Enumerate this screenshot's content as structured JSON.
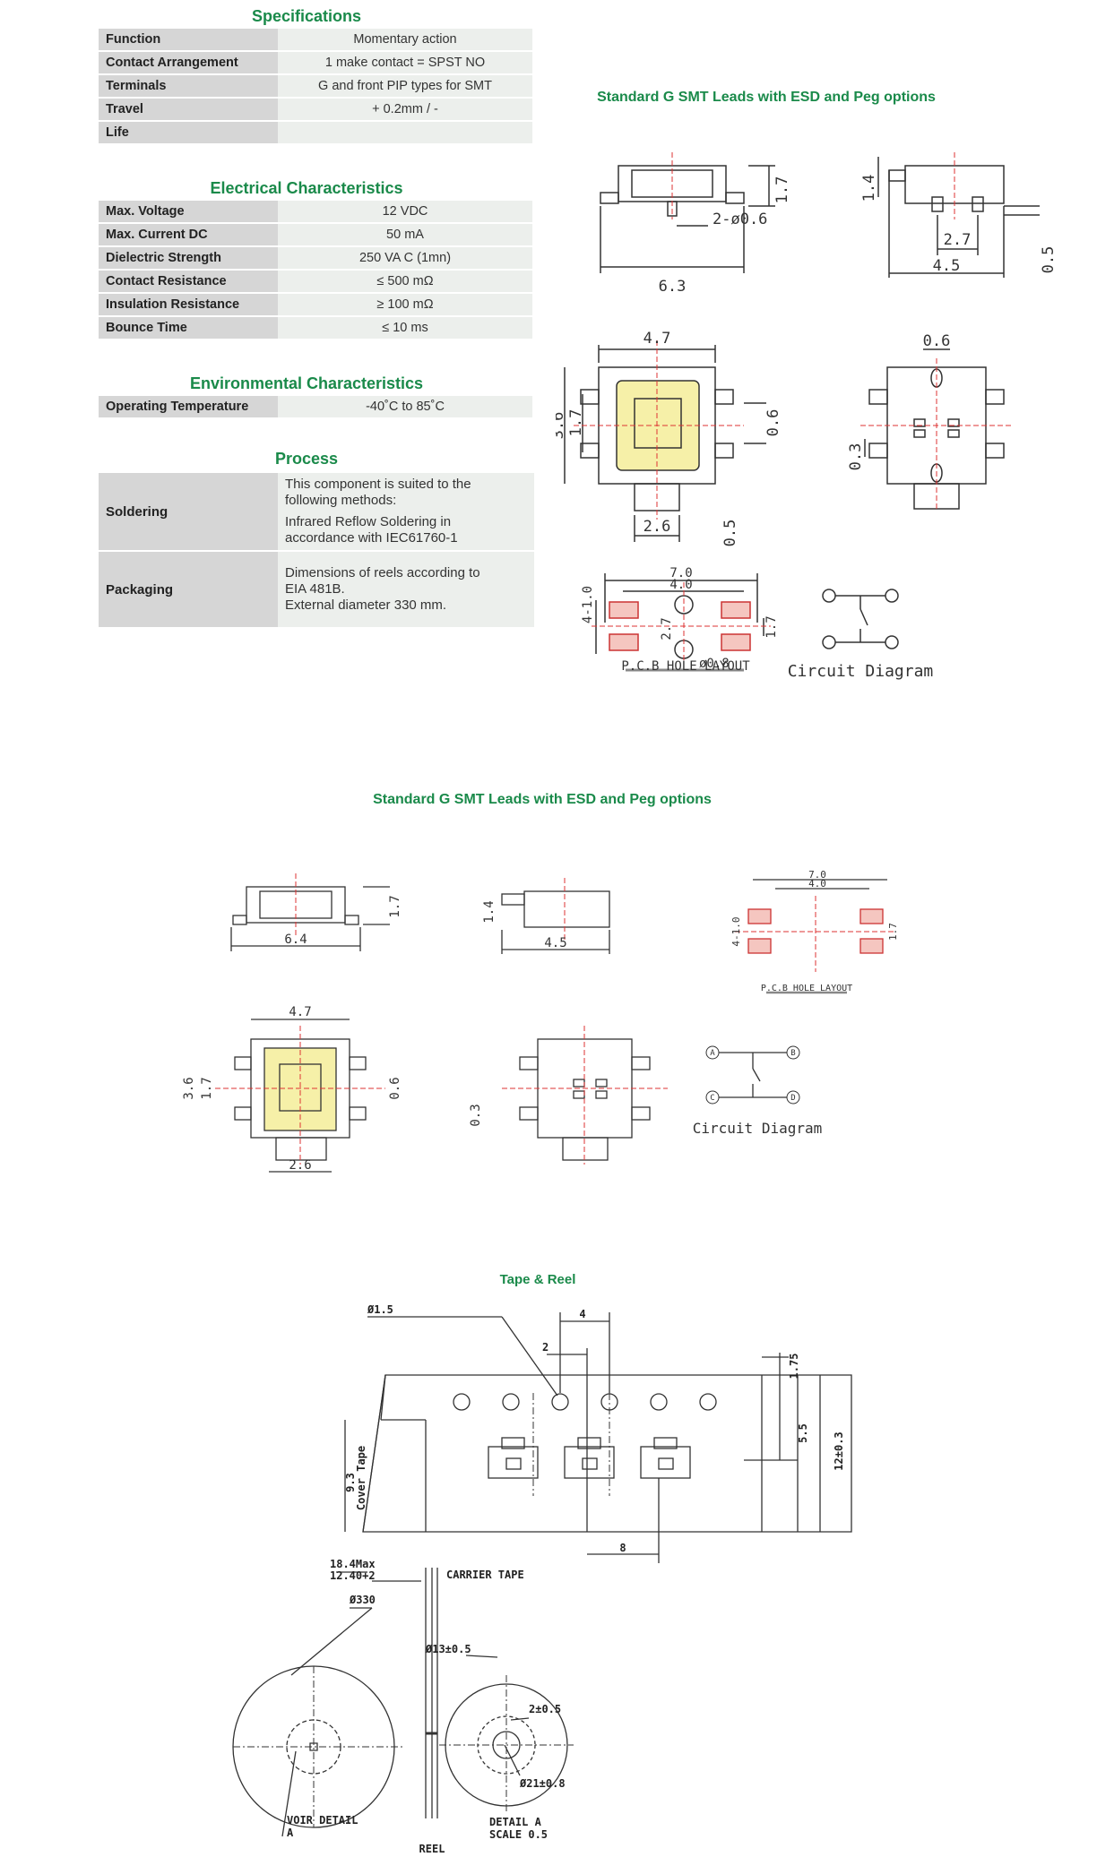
{
  "specifications": {
    "title": "Specifications",
    "rows": [
      {
        "key": "Function",
        "value": "Momentary action"
      },
      {
        "key": "Contact Arrangement",
        "value": "1 make contact = SPST NO"
      },
      {
        "key": "Terminals",
        "value": "G and front PIP types for SMT"
      },
      {
        "key": "Travel",
        "value": "+ 0.2mm / -"
      },
      {
        "key": "Life",
        "value": ""
      }
    ]
  },
  "electrical": {
    "title": "Electrical Characteristics",
    "rows": [
      {
        "key": "Max. Voltage",
        "value": "12 VDC"
      },
      {
        "key": "Max. Current DC",
        "value": "50 mA"
      },
      {
        "key": "Dielectric Strength",
        "value": "250 VA C (1mn)"
      },
      {
        "key": "Contact Resistance",
        "value": "≤ 500 mΩ"
      },
      {
        "key": "Insulation Resistance",
        "value": "≥ 100 mΩ"
      },
      {
        "key": "Bounce Time",
        "value": "≤ 10 ms"
      }
    ]
  },
  "environmental": {
    "title": "Environmental Characteristics",
    "rows": [
      {
        "key": "Operating Temperature",
        "value": "-40˚C to 85˚C"
      }
    ]
  },
  "process": {
    "title": "Process",
    "soldering_key": "Soldering",
    "soldering_line1": "This component is suited to the",
    "soldering_line2": "following methods:",
    "soldering_line3": "Infrared Reflow Soldering in",
    "soldering_line4": "accordance with IEC61760-1",
    "packaging_key": "Packaging",
    "packaging_line1": "Dimensions of reels according to",
    "packaging_line2": "EIA 481B.",
    "packaging_line3": "External diameter 330 mm."
  },
  "drawing1": {
    "title": "Standard G SMT Leads with ESD and Peg options",
    "dims": {
      "side_h": "1.7",
      "side_w": "6.3",
      "leads": "2-ø0.6",
      "end_h": "1.4",
      "end_pitch": "2.7",
      "end_w": "4.5",
      "end_t": "0.5",
      "top_w": "4.7",
      "top_h": "3.6",
      "top_inner": "1.7",
      "top_pad": "0.6",
      "top_peg": "2.6",
      "top_peg_h": "0.5",
      "bottom_w": "0.6",
      "bottom_h": "0.3",
      "pcb_w": "7.0",
      "pcb_pitch": "4.0",
      "pcb_pad": "4-1.0",
      "pcb_vert": "2.7",
      "pcb_gap": "1.7",
      "pcb_hole": "ø0.8"
    },
    "pcb_label": "P.C.B HOLE LAYOUT",
    "circuit_label": "Circuit Diagram"
  },
  "drawing2": {
    "title": "Standard G SMT Leads with ESD and Peg options",
    "dims": {
      "side_h": "1.7",
      "side_w": "6.4",
      "end_h": "1.4",
      "end_w": "4.5",
      "pcb_w": "7.0",
      "pcb_pitch": "4.0",
      "pcb_pad": "4-1.0",
      "pcb_gap": "1.7",
      "top_w": "4.7",
      "top_h": "3.6",
      "top_inner": "1.7",
      "top_pad": "0.6",
      "top_peg": "2.6",
      "bottom_h": "0.3"
    },
    "terminals": [
      "A",
      "B",
      "C",
      "D"
    ],
    "pcb_label": "P.C.B HOLE LAYOUT",
    "circuit_label": "Circuit Diagram"
  },
  "tape_reel": {
    "title": "Tape & Reel",
    "hole_dia": "Ø1.5",
    "pitch4": "4",
    "pitch2": "2",
    "edge": "1.75",
    "center": "5.5",
    "width": "12±0.3",
    "cover": "9.3",
    "cover_label": "Cover Tape",
    "pitch8": "8",
    "carrier_label": "CARRIER TAPE",
    "reel_max": "18.4Max",
    "reel_hub": "12.40+2",
    "reel_dia": "Ø330",
    "hub_dia": "Ø13±0.5",
    "key_w": "2±0.5",
    "hub_outer": "Ø21±0.8",
    "voir1": "VOIR DETAIL",
    "voir2": "A",
    "reel_label": "REEL",
    "detail1": "DETAIL A",
    "detail2": "SCALE 0.5"
  }
}
